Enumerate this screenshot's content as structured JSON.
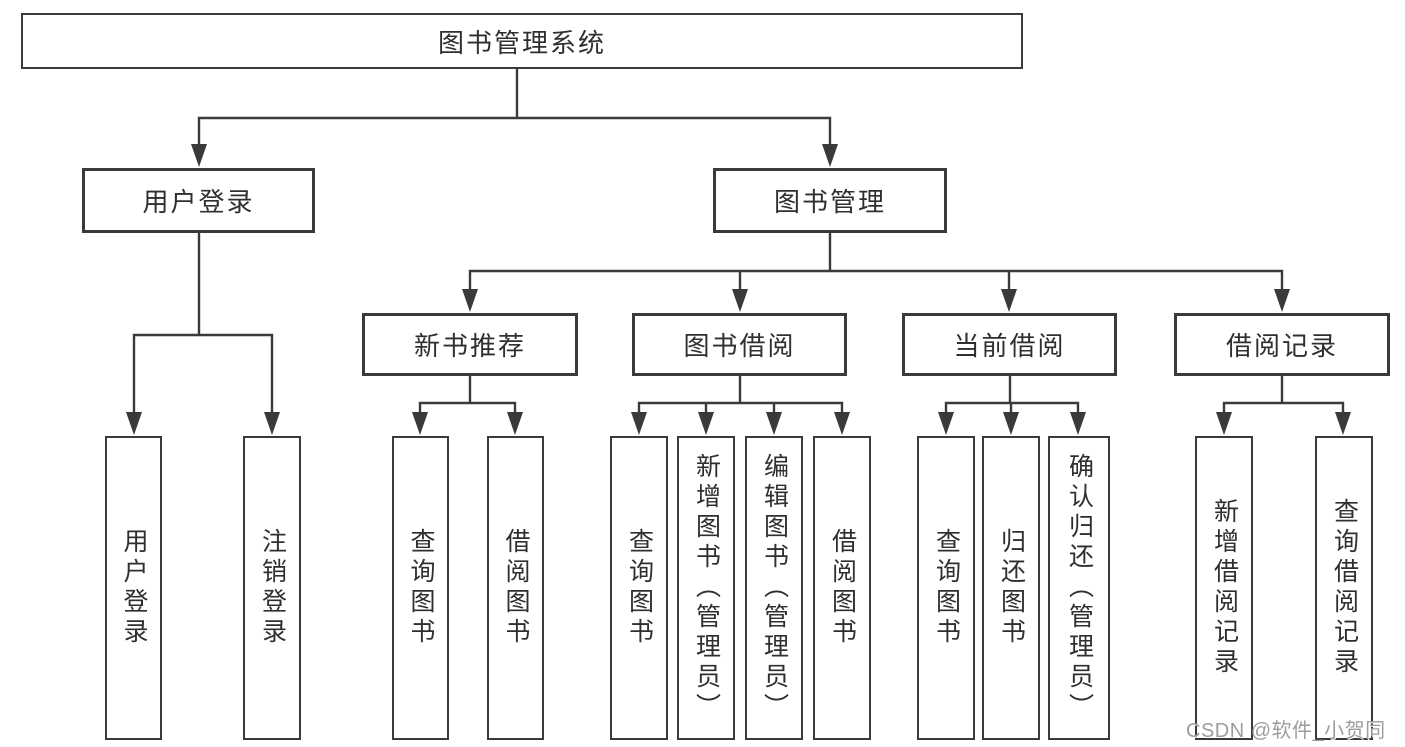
{
  "diagram_title": "图书管理系统",
  "watermark": "CSDN @软件_小贺同学",
  "tree": {
    "root": {
      "label": "图书管理系统"
    },
    "branches": [
      {
        "label": "用户登录",
        "children": [
          {
            "label": "用户登录"
          },
          {
            "label": "注销登录"
          }
        ]
      },
      {
        "label": "图书管理",
        "children": [
          {
            "label": "新书推荐",
            "children": [
              {
                "label": "查询图书"
              },
              {
                "label": "借阅图书"
              }
            ]
          },
          {
            "label": "图书借阅",
            "children": [
              {
                "label": "查询图书"
              },
              {
                "label": "新增图书（管理员）"
              },
              {
                "label": "编辑图书（管理员）"
              },
              {
                "label": "借阅图书"
              }
            ]
          },
          {
            "label": "当前借阅",
            "children": [
              {
                "label": "查询图书"
              },
              {
                "label": "归还图书"
              },
              {
                "label": "确认归还（管理员）"
              }
            ]
          },
          {
            "label": "借阅记录",
            "children": [
              {
                "label": "新增借阅记录"
              },
              {
                "label": "查询借阅记录"
              }
            ]
          }
        ]
      }
    ]
  },
  "colors": {
    "line": "#3a3a3a",
    "text": "#2f2f2f",
    "background": "#ffffff",
    "watermark": "#9d9d9d"
  }
}
